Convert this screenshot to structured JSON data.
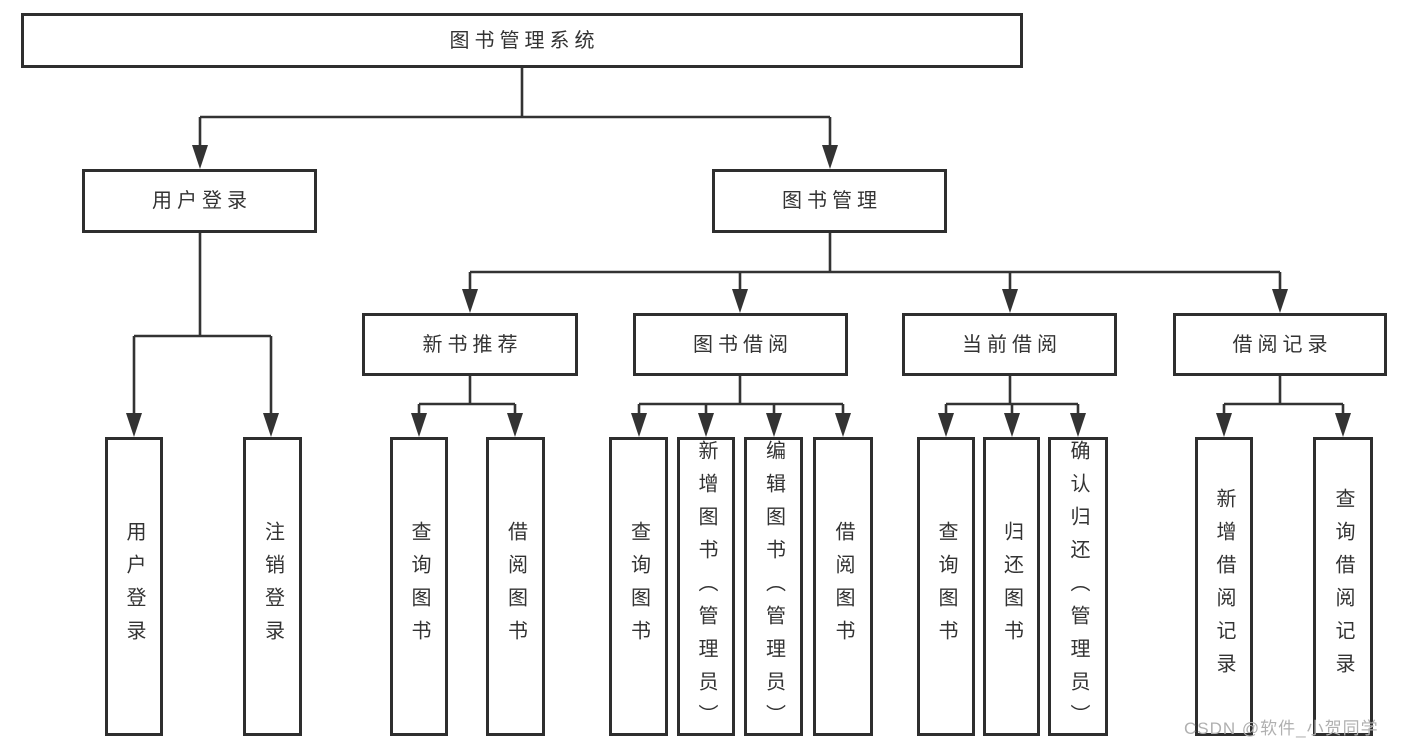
{
  "diagram": {
    "type": "hierarchy-tree",
    "title": "图书管理系统",
    "colors": {
      "line": "#333333",
      "box_border": "#2e2e2e",
      "text": "#333333",
      "background": "#ffffff",
      "watermark": "#b0b0b0"
    },
    "watermark": "CSDN @软件_小贺同学",
    "tree": {
      "label": "图书管理系统",
      "children": [
        {
          "label": "用户登录",
          "children": [
            {
              "label": "用户登录"
            },
            {
              "label": "注销登录"
            }
          ]
        },
        {
          "label": "图书管理",
          "children": [
            {
              "label": "新书推荐",
              "children": [
                {
                  "label": "查询图书"
                },
                {
                  "label": "借阅图书"
                }
              ]
            },
            {
              "label": "图书借阅",
              "children": [
                {
                  "label": "查询图书"
                },
                {
                  "label": "新增图书（管理员）"
                },
                {
                  "label": "编辑图书（管理员）"
                },
                {
                  "label": "借阅图书"
                }
              ]
            },
            {
              "label": "当前借阅",
              "children": [
                {
                  "label": "查询图书"
                },
                {
                  "label": "归还图书"
                },
                {
                  "label": "确认归还（管理员）"
                }
              ]
            },
            {
              "label": "借阅记录",
              "children": [
                {
                  "label": "新增借阅记录"
                },
                {
                  "label": "查询借阅记录"
                }
              ]
            }
          ]
        }
      ]
    }
  }
}
